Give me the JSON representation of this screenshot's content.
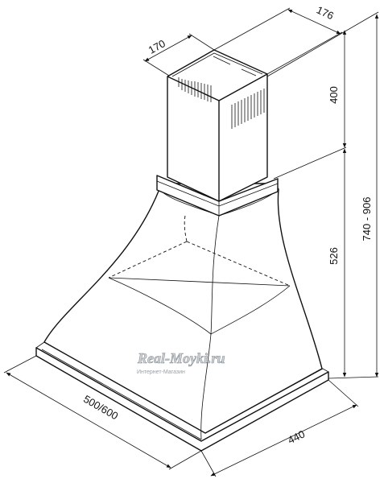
{
  "dimensions": {
    "chimney_width": "170",
    "chimney_depth": "176",
    "chimney_height": "400",
    "hood_height": "526",
    "total_height": "740 - 906",
    "width": "500/600",
    "depth": "440"
  },
  "watermark": {
    "name": "Real-Moyki.ru",
    "tagline": "Интернет-Магазин"
  }
}
